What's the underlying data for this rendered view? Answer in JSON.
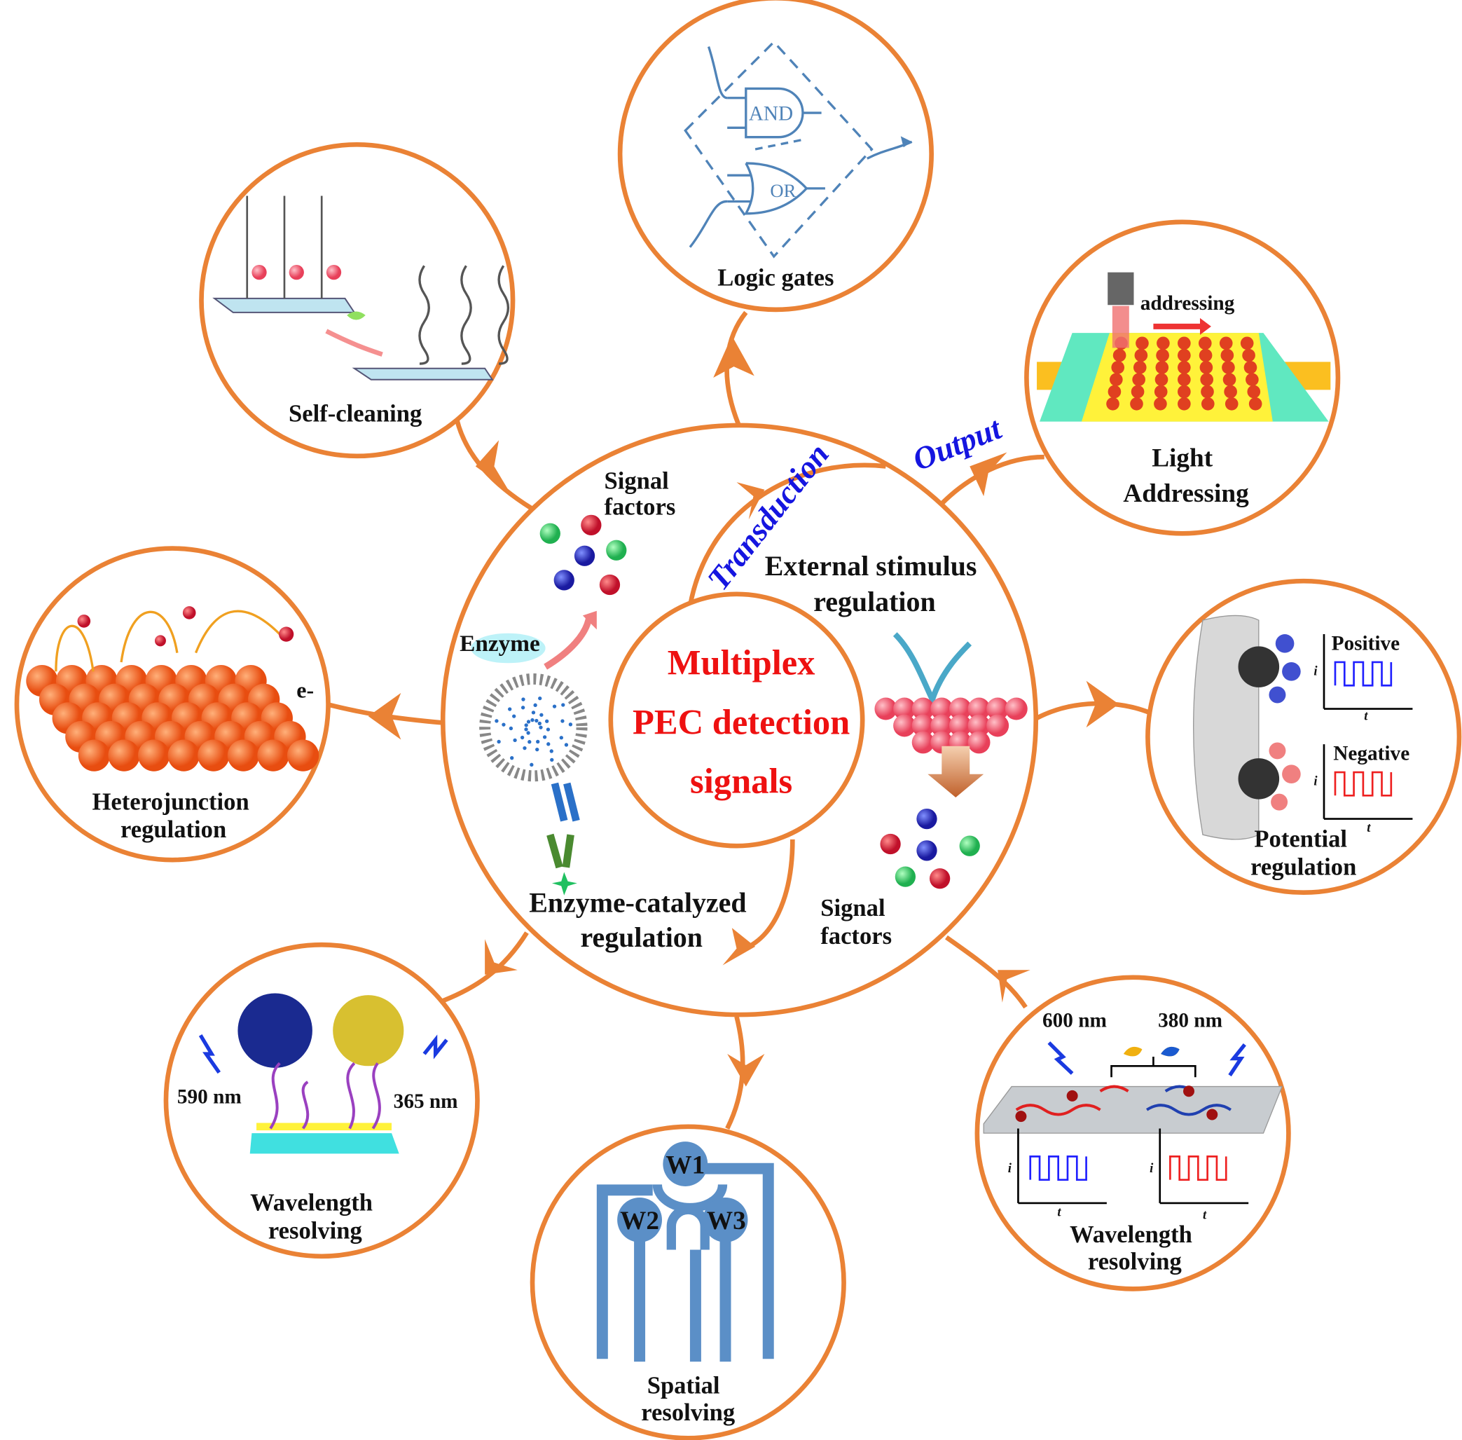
{
  "center": {
    "line1": "Multiplex",
    "line2": "PEC detection",
    "line3": "signals"
  },
  "ring_labels": {
    "transduction": "Transduction",
    "output": "Output"
  },
  "inner": {
    "signal_factors_top": [
      "Signal",
      "factors"
    ],
    "enzyme": "Enzyme",
    "enzyme_regulation": [
      "Enzyme-catalyzed",
      "regulation"
    ],
    "external_regulation": [
      "External stimulus",
      "regulation"
    ],
    "signal_factors_bottom": [
      "Signal",
      "factors"
    ]
  },
  "modules": {
    "logic_gates": {
      "label": "Logic gates",
      "and": "AND",
      "or": "OR"
    },
    "self_cleaning": {
      "label": "Self-cleaning"
    },
    "light_addressing": {
      "label": [
        "Light",
        "Addressing"
      ],
      "arrow_label": "addressing"
    },
    "heterojunction": {
      "label": [
        "Heterojunction",
        "regulation"
      ],
      "electron": "e-"
    },
    "potential": {
      "label": [
        "Potential",
        "regulation"
      ],
      "positive": "Positive",
      "negative": "Negative",
      "axis_i": "i",
      "axis_t": "t"
    },
    "wavelength_left": {
      "label": [
        "Wavelength",
        "resolving"
      ],
      "wl1": "590 nm",
      "wl2": "365 nm"
    },
    "spatial": {
      "label": [
        "Spatial",
        "resolving"
      ],
      "w1": "W1",
      "w2": "W2",
      "w3": "W3"
    },
    "wavelength_right": {
      "label": [
        "Wavelength",
        "resolving"
      ],
      "wl1": "600 nm",
      "wl2": "380 nm",
      "axis_i": "i",
      "axis_t": "t"
    }
  },
  "colors": {
    "ring": "#ea8235",
    "title_red": "#ee1111",
    "arc_label_blue": "#1515e0",
    "electrode_blue": "#5b8fc7"
  }
}
